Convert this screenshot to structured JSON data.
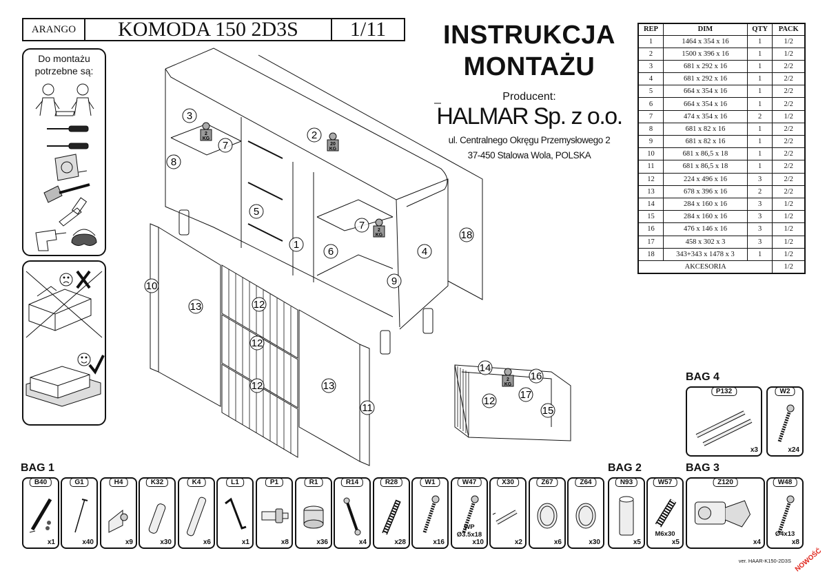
{
  "header": {
    "brand": "ARANGO",
    "model": "KOMODA 150 2D3S",
    "page": "1/11"
  },
  "title": {
    "line1": "INSTRUKCJA",
    "line2": "MONTAŻU"
  },
  "producer": {
    "label": "Producent:",
    "name": "HALMAR Sp. z o.o.",
    "address1": "ul. Centralnego Okręgu Przemysłowego 2",
    "address2": "37-450 Stalowa Wola, POLSKA"
  },
  "parts_table": {
    "headers": [
      "REP",
      "DIM",
      "QTY",
      "PACK"
    ],
    "rows": [
      [
        "1",
        "1464 x 354 x 16",
        "1",
        "1/2"
      ],
      [
        "2",
        "1500 x 396 x 16",
        "1",
        "1/2"
      ],
      [
        "3",
        "681 x 292 x 16",
        "1",
        "2/2"
      ],
      [
        "4",
        "681 x 292 x 16",
        "1",
        "2/2"
      ],
      [
        "5",
        "664 x 354 x 16",
        "1",
        "2/2"
      ],
      [
        "6",
        "664 x 354 x 16",
        "1",
        "2/2"
      ],
      [
        "7",
        "474 x 354 x 16",
        "2",
        "1/2"
      ],
      [
        "8",
        "681 x 82 x 16",
        "1",
        "2/2"
      ],
      [
        "9",
        "681 x 82 x 16",
        "1",
        "2/2"
      ],
      [
        "10",
        "681 x 86,5 x 18",
        "1",
        "2/2"
      ],
      [
        "11",
        "681 x 86,5 x 18",
        "1",
        "2/2"
      ],
      [
        "12",
        "224 x 496 x 16",
        "3",
        "2/2"
      ],
      [
        "13",
        "678 x 396 x 16",
        "2",
        "2/2"
      ],
      [
        "14",
        "284 x 160 x 16",
        "3",
        "1/2"
      ],
      [
        "15",
        "284 x 160 x 16",
        "3",
        "1/2"
      ],
      [
        "16",
        "476 x 146 x 16",
        "3",
        "1/2"
      ],
      [
        "17",
        "458 x 302 x 3",
        "3",
        "1/2"
      ],
      [
        "18",
        "343+343 x 1478 x 3",
        "1",
        "1/2"
      ]
    ],
    "accessories": {
      "label": "AKCESORIA",
      "pack": "1/2"
    }
  },
  "tools": {
    "title_line1": "Do montażu",
    "title_line2": "potrzebne są:"
  },
  "weights": {
    "shelf": "2",
    "shelf_unit": "KG",
    "top": "20",
    "top_unit": "KG",
    "drawer": "2",
    "drawer_unit": "KG"
  },
  "callouts": [
    "1",
    "2",
    "3",
    "4",
    "5",
    "6",
    "7",
    "7",
    "8",
    "9",
    "10",
    "11",
    "12",
    "12",
    "12",
    "12",
    "13",
    "13",
    "14",
    "15",
    "16",
    "17",
    "18"
  ],
  "bags": {
    "bag1": {
      "title": "BAG 1",
      "items": [
        {
          "code": "B40",
          "qty": "x1",
          "icon": "fitting-pack-icon"
        },
        {
          "code": "G1",
          "qty": "x40",
          "icon": "nail-icon"
        },
        {
          "code": "H4",
          "qty": "x9",
          "icon": "bracket-icon"
        },
        {
          "code": "K32",
          "qty": "x30",
          "icon": "dowel-icon"
        },
        {
          "code": "K4",
          "qty": "x6",
          "icon": "long-dowel-icon"
        },
        {
          "code": "L1",
          "qty": "x1",
          "icon": "hex-key-icon"
        },
        {
          "code": "P1",
          "qty": "x8",
          "icon": "shelf-pin-icon"
        },
        {
          "code": "R1",
          "qty": "x36",
          "icon": "cam-lock-icon"
        },
        {
          "code": "R14",
          "qty": "x4",
          "icon": "connector-bolt-icon"
        },
        {
          "code": "R28",
          "qty": "x28",
          "icon": "cam-bolt-icon"
        },
        {
          "code": "W1",
          "qty": "x16",
          "icon": "screw-icon"
        },
        {
          "code": "W47",
          "qty": "x10",
          "icon": "screw-icon",
          "spec1": "WP",
          "spec2": "Ø3.5x18"
        },
        {
          "code": "X30",
          "qty": "x2",
          "icon": "handle-rail-icon"
        },
        {
          "code": "Z67",
          "qty": "x6",
          "icon": "cap-icon"
        },
        {
          "code": "Z64",
          "qty": "x30",
          "icon": "cap-icon"
        }
      ]
    },
    "bag2": {
      "title": "BAG 2",
      "items": [
        {
          "code": "N93",
          "qty": "x5",
          "icon": "leg-icon"
        },
        {
          "code": "W57",
          "qty": "x5",
          "icon": "threaded-insert-icon",
          "spec1": "M6x30"
        }
      ]
    },
    "bag3": {
      "title": "BAG 3",
      "items": [
        {
          "code": "Z120",
          "qty": "x4",
          "icon": "hinge-icon"
        },
        {
          "code": "W48",
          "qty": "x8",
          "icon": "screw-icon",
          "spec1": "Ø4x13"
        }
      ]
    },
    "bag4": {
      "title": "BAG 4",
      "items": [
        {
          "code": "P132",
          "qty": "x3",
          "icon": "drawer-slide-icon"
        },
        {
          "code": "W2",
          "qty": "x24",
          "icon": "screw-icon"
        }
      ]
    }
  },
  "footer": {
    "version": "ver. HAAR-K150-2D3S",
    "badge": "NOWOŚĆ"
  }
}
